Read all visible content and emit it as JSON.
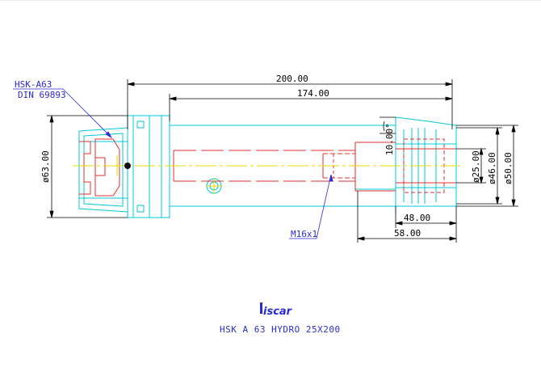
{
  "drawing": {
    "title": "HSK A 63 HYDRO 25X200",
    "logo_text": "iscar",
    "dimensions": {
      "overall_length": "200.00",
      "body_length": "174.00",
      "flange_diameter": "ø63.00",
      "bore_diameter": "ø25.00",
      "nose_diameter_small": "ø46.00",
      "nose_diameter_large": "ø50.00",
      "taper_angle": "10.00°",
      "clamping_length": "48.00",
      "nose_length": "58.00"
    },
    "labels": {
      "shank_type": "HSK-A63",
      "standard": "DIN 69893",
      "thread": "M16x1"
    },
    "colors": {
      "outline": "#00c8d8",
      "hidden": "#e03030",
      "centerline": "#e8d800",
      "dimension": "#000000",
      "annotation": "#2a2ad8"
    }
  }
}
